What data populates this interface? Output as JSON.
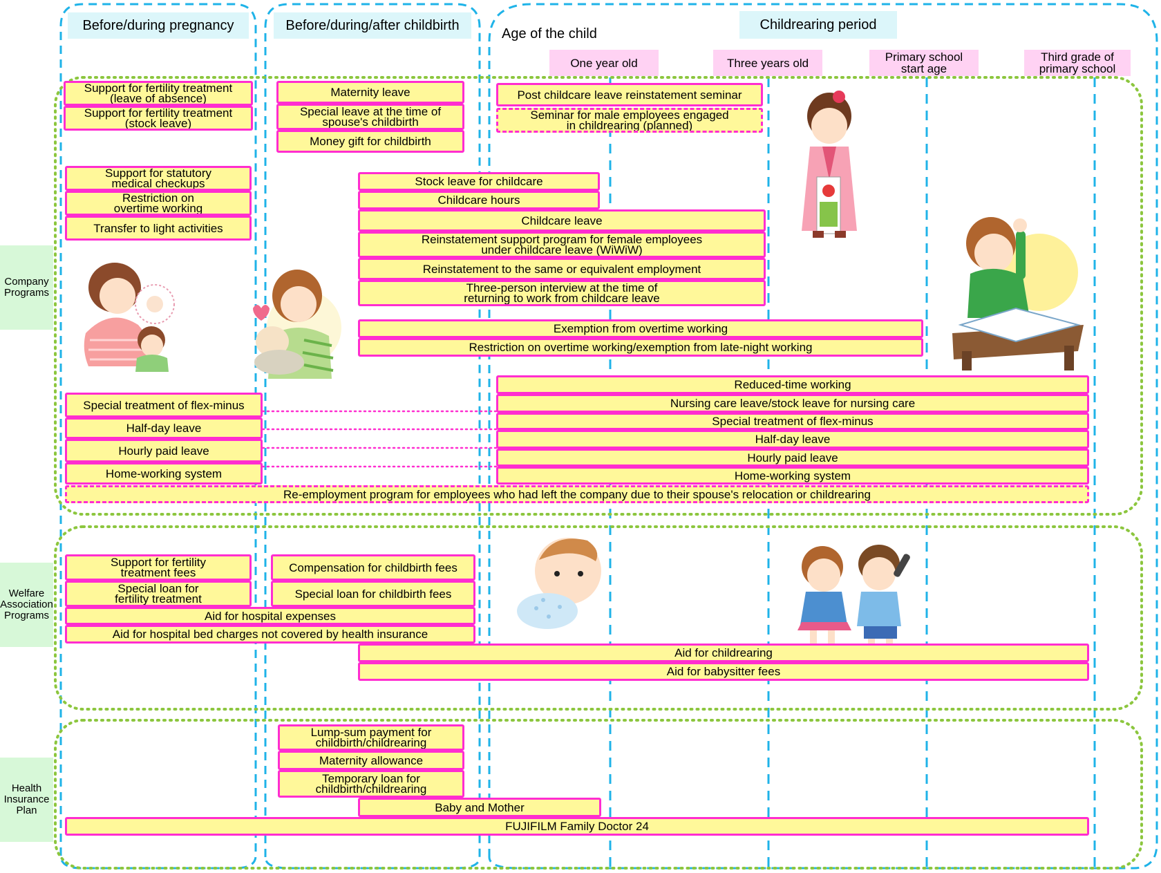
{
  "phases": {
    "pregnancy": "Before/during pregnancy",
    "childbirth": "Before/during/after childbirth",
    "childrearing": "Childrearing period"
  },
  "age": {
    "title": "Age of the child",
    "one": "One year old",
    "three": "Three years old",
    "primary": "Primary school\nstart age",
    "third": "Third grade of\nprimary school"
  },
  "sections": {
    "company": "Company\nPrograms",
    "welfare": "Welfare\nAssociation\nPrograms",
    "health": "Health\nInsurance\nPlan"
  },
  "programs": {
    "fert_absence": "Support for fertility treatment\n(leave of absence)",
    "fert_stock": "Support for fertility treatment\n(stock leave)",
    "maternity_leave": "Maternity leave",
    "spouse_leave": "Special leave at the time of\nspouse's childbirth",
    "money_gift": "Money gift for childbirth",
    "post_seminar": "Post childcare leave reinstatement seminar",
    "male_seminar": "Seminar for male employees engaged\nin childrearing (planned)",
    "medical_checkups": "Support for statutory\nmedical checkups",
    "restrict_overtime_preg": "Restriction on\novertime working",
    "light_activities": "Transfer to light activities",
    "stock_leave_childcare": "Stock leave for childcare",
    "childcare_hours": "Childcare hours",
    "childcare_leave": "Childcare leave",
    "wiwiw": "Reinstatement support program for female employees\nunder childcare leave (WiWiW)",
    "reinstatement": "Reinstatement to the same or equivalent employment",
    "interview": "Three-person interview at the time of\nreturning to work from childcare leave",
    "exempt_overtime": "Exemption from overtime working",
    "restrict_late_night": "Restriction on overtime working/exemption from late-night working",
    "flex_left": "Special treatment of flex-minus",
    "halfday_left": "Half-day leave",
    "hourly_left": "Hourly paid leave",
    "home_left": "Home-working system",
    "reduced_time": "Reduced-time working",
    "nursing_care": "Nursing care leave/stock leave for nursing care",
    "flex_right": "Special treatment of flex-minus",
    "halfday_right": "Half-day leave",
    "hourly_right": "Hourly paid leave",
    "home_right": "Home-working system",
    "reemployment": "Re-employment program for employees who had left the company due to their spouse's relocation or childrearing",
    "fert_fees": "Support for fertility\ntreatment fees",
    "fert_loan": "Special loan for\nfertility treatment",
    "comp_childbirth": "Compensation for childbirth fees",
    "loan_childbirth": "Special loan for childbirth fees",
    "hospital_expenses": "Aid for hospital expenses",
    "hospital_bed": "Aid for hospital bed charges not covered by health insurance",
    "aid_childrearing": "Aid for childrearing",
    "aid_babysitter": "Aid for babysitter fees",
    "lump_sum": "Lump-sum payment for\nchildbirth/childrearing",
    "maternity_allowance": "Maternity allowance",
    "temp_loan": "Temporary loan for\nchildbirth/childrearing",
    "baby_mother": "Baby and Mother",
    "family_doctor": "FUJIFILM Family Doctor 24"
  },
  "colors": {
    "phase_dash": "#1fb3e8",
    "section_dot": "#8cc63e",
    "box_border": "#ff2dd0",
    "box_fill": "#fff89a",
    "phase_label_bg": "#dcf6fa",
    "age_label_bg": "#ffd2f3",
    "side_label_bg": "#d7f8d8"
  }
}
